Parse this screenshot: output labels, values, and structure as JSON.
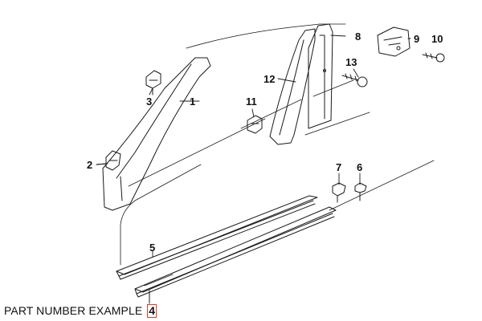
{
  "diagram": {
    "labels": {
      "p1": "1",
      "p2": "2",
      "p3": "3",
      "p4": "4",
      "p5": "5",
      "p6": "6",
      "p7": "7",
      "p8": "8",
      "p9": "9",
      "p10": "10",
      "p11": "11",
      "p12": "12",
      "p13": "13"
    }
  },
  "caption": {
    "text": "PART NUMBER EXAMPLE",
    "highlight": "4"
  },
  "colors": {
    "line": "#1a1a1a",
    "highlight_box": "#e23a2e"
  }
}
